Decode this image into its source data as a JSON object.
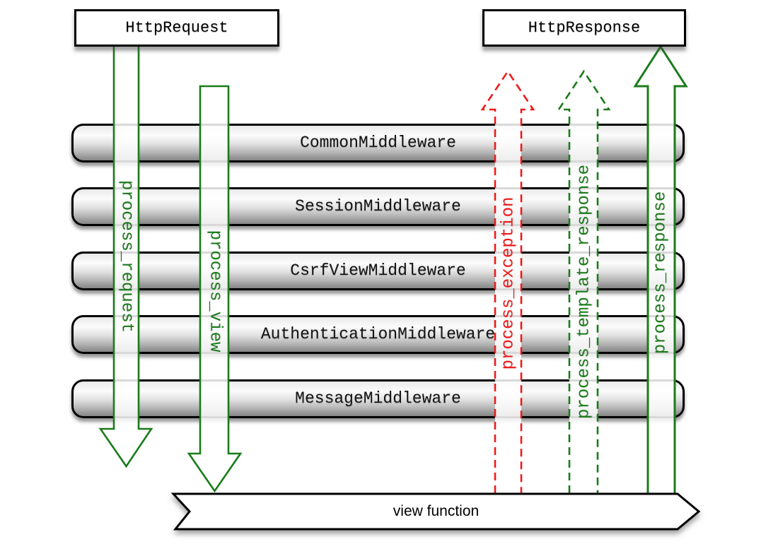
{
  "nodes": {
    "http_request": "HttpRequest",
    "http_response": "HttpResponse",
    "view_function": "view function"
  },
  "middleware_layers": [
    "CommonMiddleware",
    "SessionMiddleware",
    "CsrfViewMiddleware",
    "AuthenticationMiddleware",
    "MessageMiddleware"
  ],
  "arrows": [
    {
      "label": "process_request",
      "direction": "down",
      "style": "solid",
      "color": "#1b7b1b"
    },
    {
      "label": "process_view",
      "direction": "down",
      "style": "solid",
      "color": "#1b7b1b"
    },
    {
      "label": "process_exception",
      "direction": "up",
      "style": "dashed",
      "color": "#ee1b1b"
    },
    {
      "label": "process_template_response",
      "direction": "up",
      "style": "dashed",
      "color": "#1b7b1b"
    },
    {
      "label": "process_response",
      "direction": "up",
      "style": "solid",
      "color": "#1b7b1b"
    }
  ],
  "colors": {
    "green": "#1b7b1b",
    "red": "#ee1b1b",
    "border": "#000000"
  }
}
